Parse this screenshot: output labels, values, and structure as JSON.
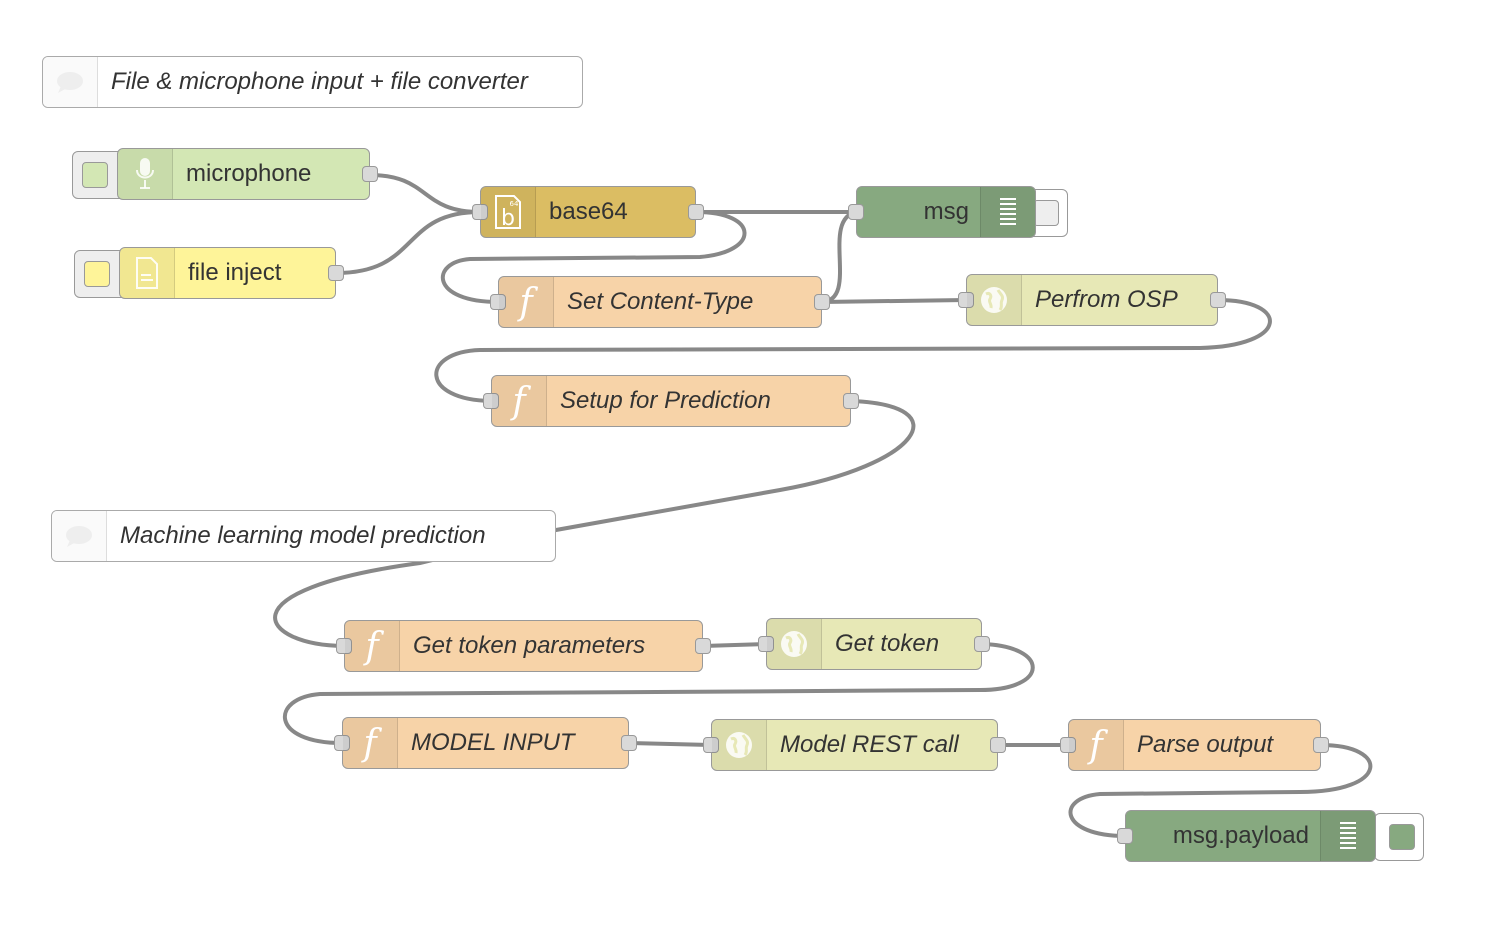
{
  "comments": {
    "input_comment": "File & microphone input + file converter",
    "ml_comment": "Machine learning model prediction"
  },
  "nodes": {
    "microphone": "microphone",
    "file_inject": "file inject",
    "base64": "base64",
    "msg": "msg",
    "set_content_type": "Set Content-Type",
    "perform_osp": "Perfrom OSP",
    "setup_prediction": "Setup for Prediction",
    "get_token_params": "Get token parameters",
    "get_token": "Get token",
    "model_input": "MODEL INPUT",
    "model_rest_call": "Model REST call",
    "parse_output": "Parse output",
    "msg_payload": "msg.payload"
  },
  "colors": {
    "microphone": "#d3e7b4",
    "inject": "#fef499",
    "base64": "#dbbd63",
    "debug": "#87a980",
    "function": "#f7d3a8",
    "http": "#e7e8b6",
    "wire": "#888888"
  },
  "icons": {
    "microphone": "microphone-icon",
    "file_inject": "file-icon",
    "base64": "base64-icon",
    "function": "function-icon",
    "http": "globe-icon",
    "debug": "debug-list-icon",
    "comment": "comment-icon"
  }
}
